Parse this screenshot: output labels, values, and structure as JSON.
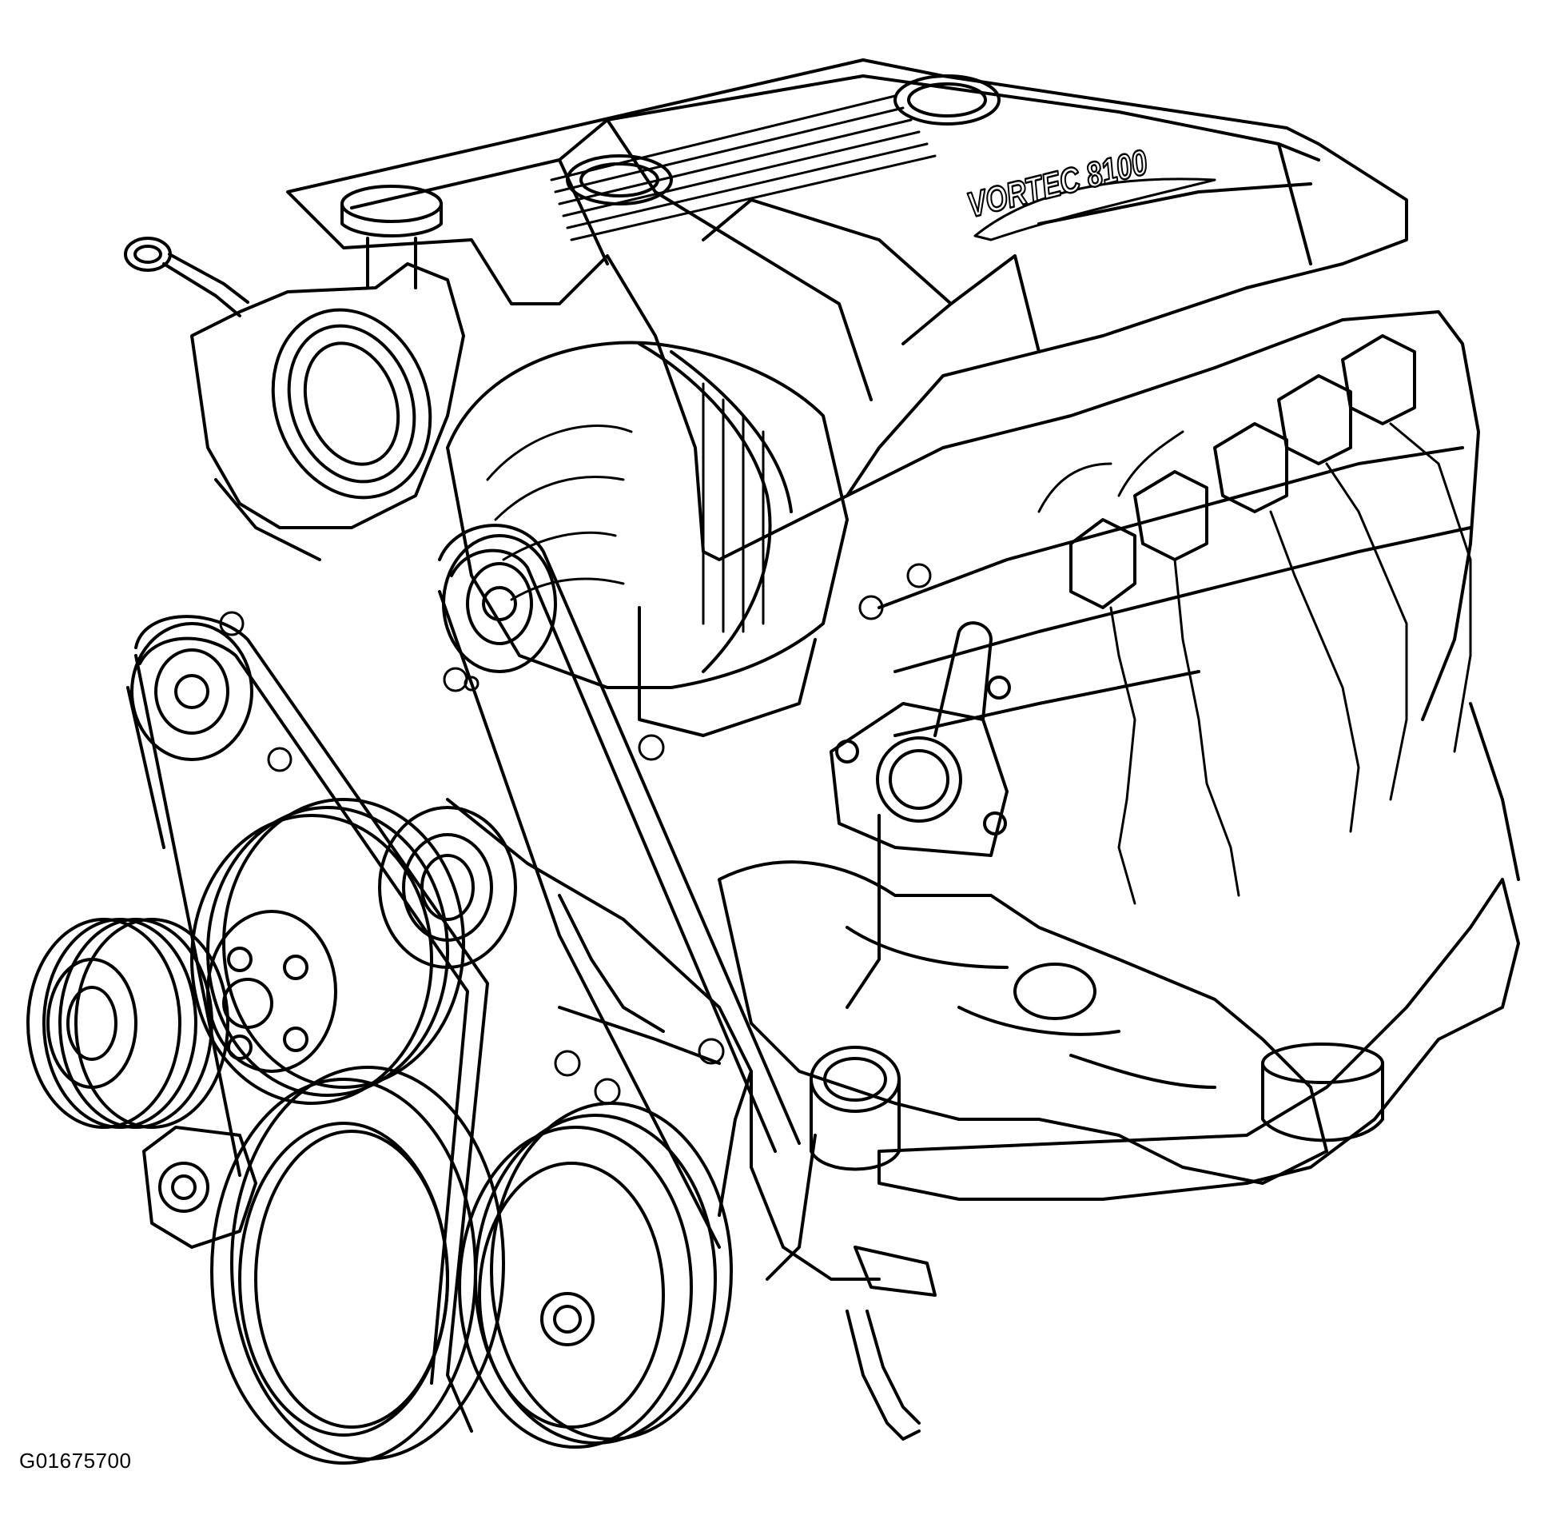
{
  "diagram": {
    "kind": "engine line drawing",
    "engine_cover_logo": "VORTEC 8100",
    "figure_id": "G01675700",
    "colors": {
      "line": "#000000",
      "background": "#ffffff"
    }
  }
}
